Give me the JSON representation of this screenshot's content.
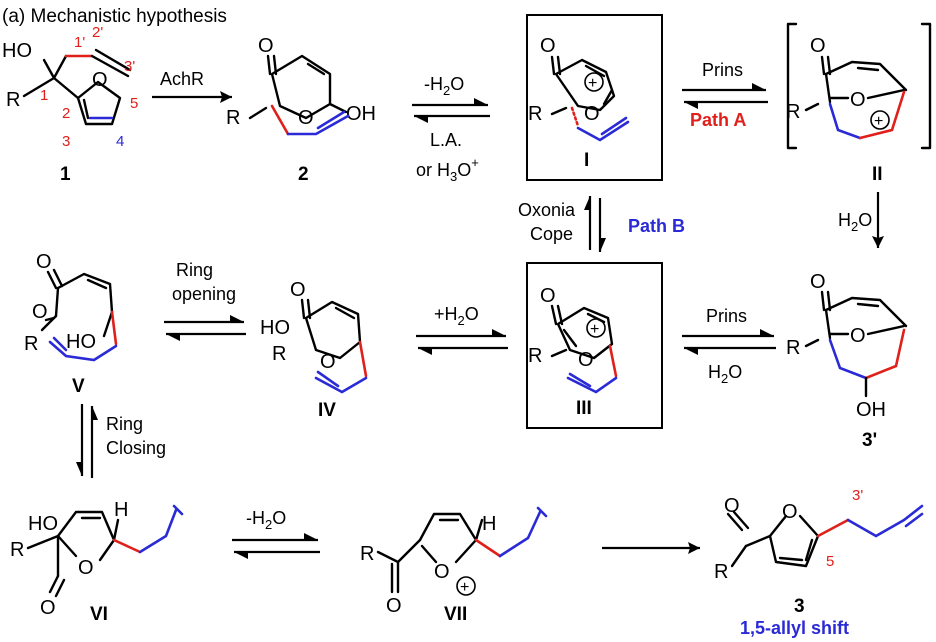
{
  "title": "(a) Mechanistic hypothesis",
  "atoms": {
    "O": "O",
    "HO": "HO",
    "OH": "OH",
    "R": "R",
    "H": "H"
  },
  "positions": {
    "p1": "1",
    "p2": "2",
    "p3": "3",
    "p4": "4",
    "p5": "5",
    "p1p": "1'",
    "p2p": "2'",
    "p3p": "3'",
    "c5": "5",
    "c3p": "3'"
  },
  "compounds": {
    "c1": "1",
    "c2": "2",
    "cI": "I",
    "cII": "II",
    "c3p": "3'",
    "cIII": "III",
    "cIV": "IV",
    "cV": "V",
    "cVI": "VI",
    "cVII": "VII",
    "c3": "3"
  },
  "conditions": {
    "achr": "AchR",
    "la": "L.A.",
    "h3o_prefix": "or H",
    "h3o_sub": "3",
    "h3o_mid": "O",
    "h3o_sup": "+",
    "h2o": "H",
    "h2o_sub": "2",
    "h2o_end": "O",
    "minus": "-H",
    "plus": "+H",
    "prins": "Prins",
    "oxonia": "Oxonia",
    "cope": "Cope",
    "ring": "Ring",
    "opening": "opening",
    "closing": "Closing"
  },
  "paths": {
    "a": "Path A",
    "b": "Path B"
  },
  "shift": "1,5-allyl shift",
  "charge": "+",
  "colors": {
    "red": "#e0201b",
    "blue": "#2a2ad6",
    "black": "#000000"
  }
}
